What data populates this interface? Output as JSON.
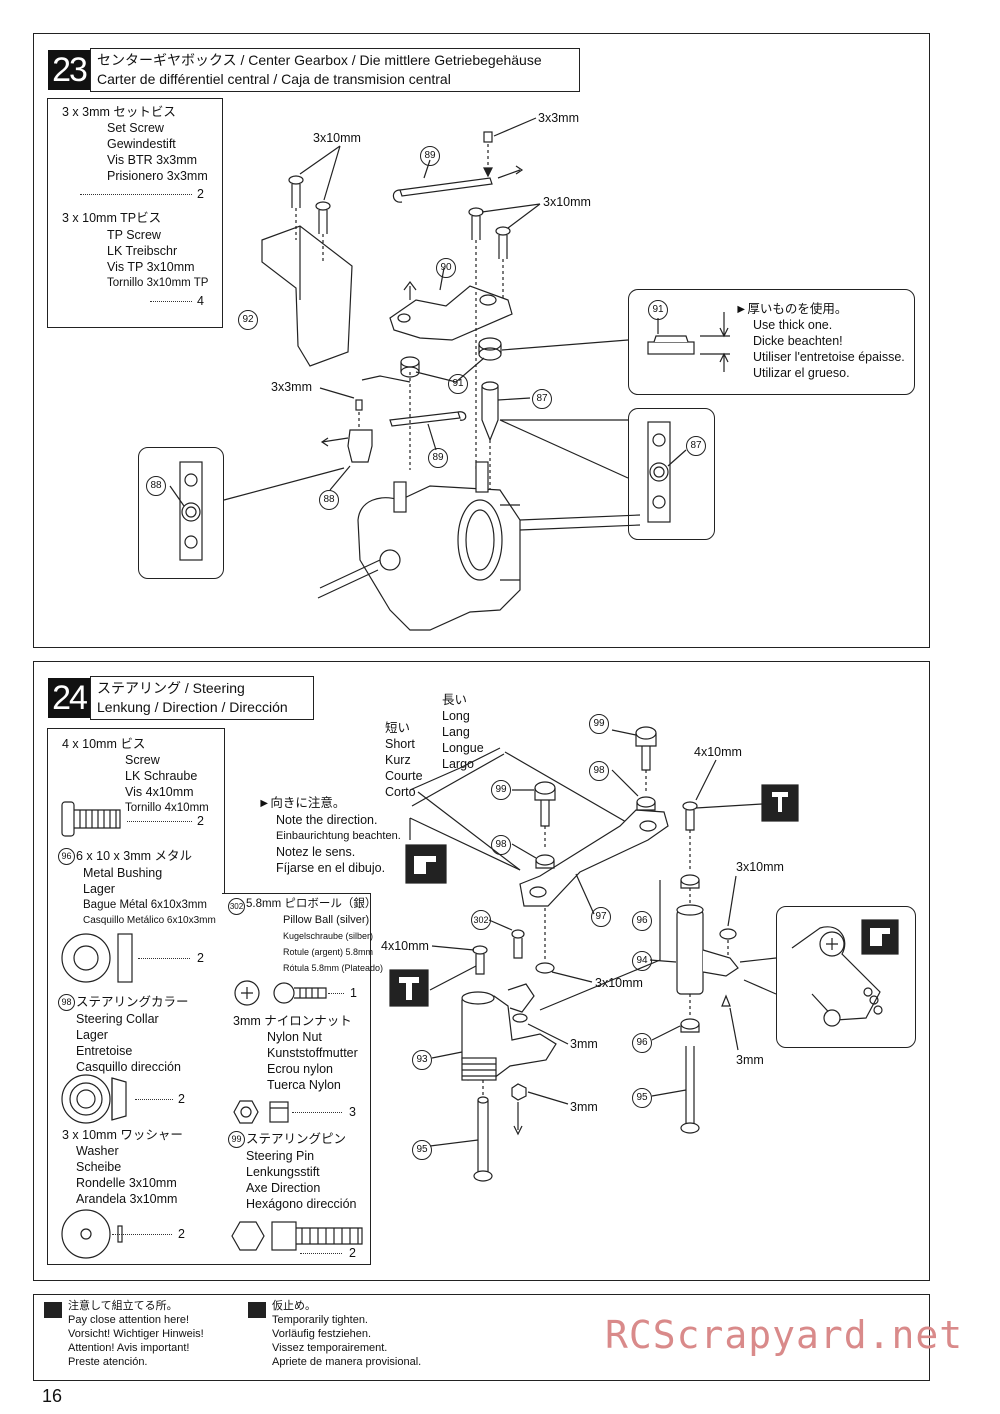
{
  "step23": {
    "number": "23",
    "title_line1": "センターギヤボックス / Center Gearbox / Die mittlere Getriebegehäuse",
    "title_line2": "Carter de différentiel central / Caja de transmision central",
    "parts": {
      "setscrew_head": "3 x 3mm  セットビス",
      "setscrew_names": [
        "Set Screw",
        "Gewindestift",
        "Vis BTR 3x3mm",
        "Prisionero 3x3mm"
      ],
      "setscrew_qty": "2",
      "tpscrew_head": "3 x 10mm  TPビス",
      "tpscrew_names": [
        "TP Screw",
        "LK Treibschr",
        "Vis TP 3x10mm",
        "Tornillo 3x10mm TP"
      ],
      "tpscrew_qty": "4"
    },
    "labels": {
      "l3x10_a": "3x10mm",
      "l3x3_a": "3x3mm",
      "l3x10_b": "3x10mm",
      "l3x3_b": "3x3mm"
    },
    "callouts": {
      "n89a": "89",
      "n90": "90",
      "n92": "92",
      "n91": "91",
      "n87": "87",
      "n89b": "89",
      "n88": "88",
      "n91c": "91",
      "n88c": "88",
      "n87c": "87"
    },
    "thick_note": [
      "►厚いものを使用。",
      "Use thick one.",
      "Dicke beachten!",
      "Utiliser l'entretoise épaisse.",
      "Utilizar el grueso."
    ]
  },
  "step24": {
    "number": "24",
    "title_line1": "ステアリング  / Steering",
    "title_line2": "Lenkung / Direction / Dirección",
    "parts": {
      "screw_head": "4 x 10mm  ビス",
      "screw_names": [
        "Screw",
        "LK Schraube",
        "Vis 4x10mm",
        "Tornillo 4x10mm"
      ],
      "screw_qty": "2",
      "bushing_head": "6 x 10 x 3mm  メタル",
      "bushing_num": "96",
      "bushing_names": [
        "Metal Bushing",
        "Lager",
        "Bague Métal 6x10x3mm",
        "Casquillo Metálico 6x10x3mm"
      ],
      "bushing_qty": "2",
      "collar_head": "ステアリングカラー",
      "collar_num": "98",
      "collar_names": [
        "Steering Collar",
        "Lager",
        "Entretoise",
        "Casquillo dirección"
      ],
      "collar_qty": "2",
      "washer_head": "3 x 10mm  ワッシャー",
      "washer_names": [
        "Washer",
        "Scheibe",
        "Rondelle 3x10mm",
        "Arandela 3x10mm"
      ],
      "washer_qty": "2",
      "pillow_head": "5.8mm ピロボール（銀）",
      "pillow_num": "302",
      "pillow_names": [
        "Pillow Ball (silver)",
        "Kugelschraube (silber)",
        "Rotule (argent) 5.8mm",
        "Rótula 5.8mm (Plateado)"
      ],
      "pillow_qty": "1",
      "nut_head": "3mm  ナイロンナット",
      "nut_names": [
        "Nylon Nut",
        "Kunststoffmutter",
        "Ecrou nylon",
        "Tuerca Nylon"
      ],
      "nut_qty": "3",
      "pin_head": "ステアリングピン",
      "pin_num": "99",
      "pin_names": [
        "Steering Pin",
        "Lenkungsstift",
        "Axe Direction",
        "Hexágono dirección"
      ],
      "pin_qty": "2"
    },
    "direction_note": [
      "►向きに注意。",
      "Note the direction.",
      "Einbaurichtung beachten.",
      "Notez le sens.",
      "Fíjarse en el dibujo."
    ],
    "short_labels": [
      "短い",
      "Short",
      "Kurz",
      "Courte",
      "Corto"
    ],
    "long_labels": [
      "長い",
      "Long",
      "Lang",
      "Longue",
      "Largo"
    ],
    "labels": {
      "l4x10_a": "4x10mm",
      "l3x10_a": "3x10mm",
      "l4x10_b": "4x10mm",
      "l3x10_b": "3x10mm",
      "l3mm_a": "3mm",
      "l3mm_b": "3mm",
      "l3mm_c": "3mm"
    },
    "callouts": {
      "n99a": "99",
      "n98a": "98",
      "n99b": "99",
      "n98b": "98",
      "n97": "97",
      "n302": "302",
      "n96a": "96",
      "n94": "94",
      "n93": "93",
      "n96b": "96",
      "n95a": "95",
      "n95b": "95"
    }
  },
  "footer": {
    "attention": [
      "注意して組立てる所。",
      "Pay close attention here!",
      "Vorsicht!  Wichtiger Hinweis!",
      "Attention! Avis important!",
      "Preste atención."
    ],
    "temporary": [
      "仮止め。",
      "Temporarily tighten.",
      "Vorläufig festziehen.",
      "Vissez temporairement.",
      "Apriete de manera provisional."
    ],
    "watermark": "RCScrapyard.net",
    "page_number": "16"
  }
}
